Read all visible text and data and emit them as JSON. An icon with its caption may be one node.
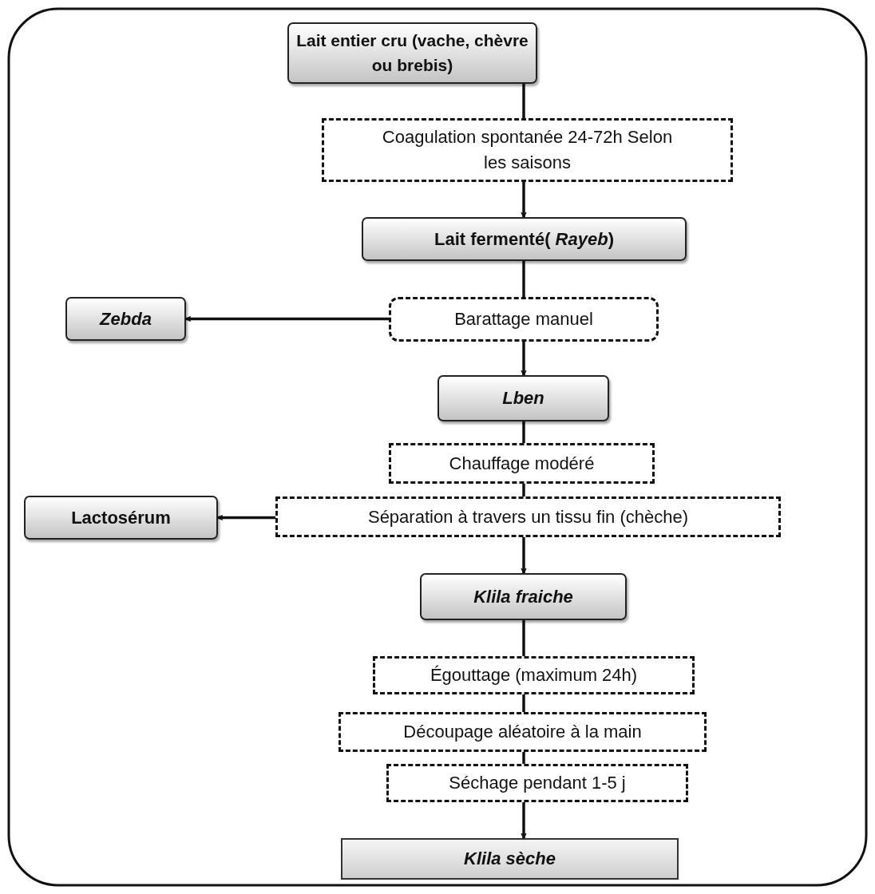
{
  "diagram": {
    "nodes": [
      {
        "text": [
          "Lait entier cru (vache, chèvre ou brebis)"
        ]
      },
      {
        "text": [
          "Coagulation spontanée 24-72h Selon les saisons"
        ]
      },
      {
        "text": [
          "Lait fermenté( *Rayeb*)"
        ]
      },
      {
        "text": [
          "Barattage manuel"
        ]
      },
      {
        "text": [
          "Zebda"
        ]
      },
      {
        "text": [
          "Lben"
        ]
      },
      {
        "text": [
          "Chauffage modéré"
        ]
      },
      {
        "text": [
          "Séparation à travers un tissu fin (chèche)"
        ]
      },
      {
        "text": [
          "Lactosérum"
        ]
      },
      {
        "text": [
          "Klila fraiche"
        ]
      },
      {
        "text": [
          "Égouttage (maximum 24h)"
        ]
      },
      {
        "text": [
          "Découpage aléatoire à la main"
        ]
      },
      {
        "text": [
          "Séchage pendant 1-5 j"
        ]
      },
      {
        "text": [
          "Klila sèche"
        ]
      }
    ],
    "edges": [
      {
        "from": 0,
        "to": 1,
        "arrow": "none"
      },
      {
        "from": 1,
        "to": 2,
        "arrow": "to"
      },
      {
        "from": 2,
        "to": 3,
        "arrow": "none"
      },
      {
        "from": 3,
        "to": 4,
        "arrow": "to"
      },
      {
        "from": 3,
        "to": 5,
        "arrow": "to"
      },
      {
        "from": 5,
        "to": 6,
        "arrow": "none"
      },
      {
        "from": 6,
        "to": 7,
        "arrow": "none"
      },
      {
        "from": 7,
        "to": 8,
        "arrow": "to"
      },
      {
        "from": 7,
        "to": 9,
        "arrow": "to"
      },
      {
        "from": 9,
        "to": 10,
        "arrow": "none"
      },
      {
        "from": 10,
        "to": 11,
        "arrow": "none"
      },
      {
        "from": 11,
        "to": 12,
        "arrow": "none"
      },
      {
        "from": 12,
        "to": 13,
        "arrow": "to"
      }
    ]
  }
}
